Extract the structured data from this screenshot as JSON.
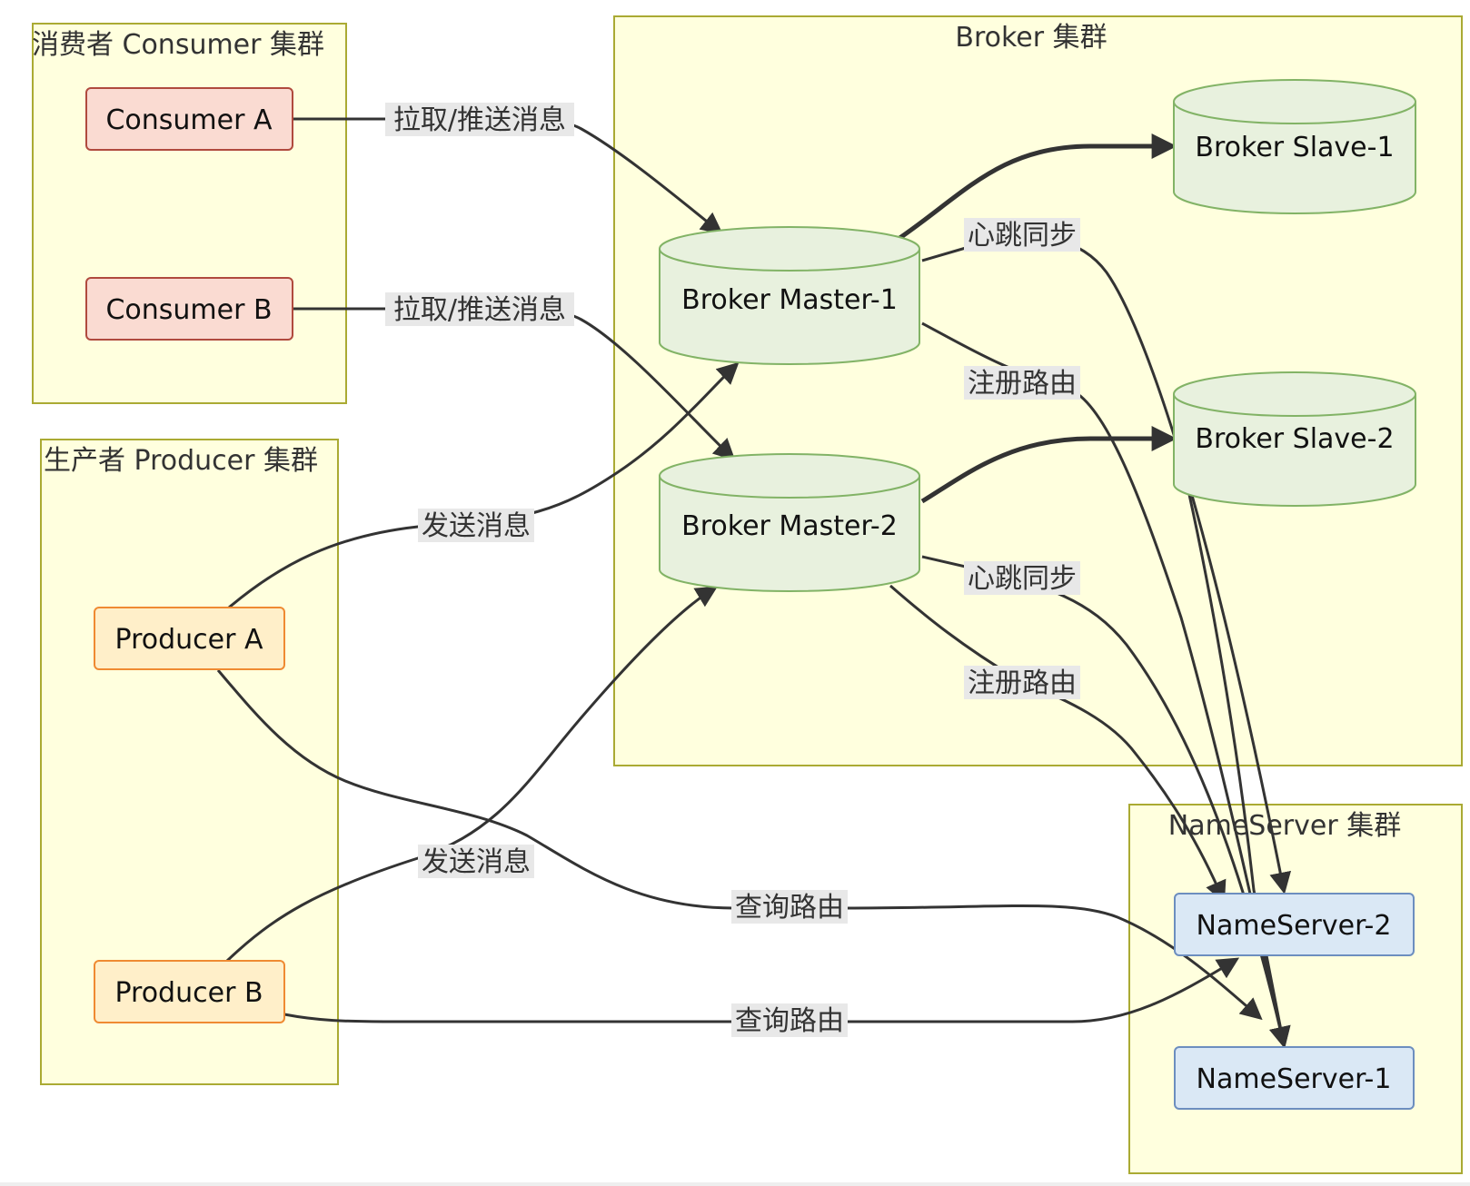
{
  "clusters": {
    "consumer": {
      "title": "消费者 Consumer 集群"
    },
    "producer": {
      "title": "生产者 Producer 集群"
    },
    "broker": {
      "title": "Broker 集群"
    },
    "nameserver": {
      "title": "NameServer 集群"
    }
  },
  "nodes": {
    "consumer_a": "Consumer A",
    "consumer_b": "Consumer B",
    "producer_a": "Producer A",
    "producer_b": "Producer B",
    "broker_master_1": "Broker Master-1",
    "broker_master_2": "Broker Master-2",
    "broker_slave_1": "Broker Slave-1",
    "broker_slave_2": "Broker Slave-2",
    "nameserver_2": "NameServer-2",
    "nameserver_1": "NameServer-1"
  },
  "edges": {
    "consumer_a_pull": "拉取/推送消息",
    "consumer_b_pull": "拉取/推送消息",
    "producer_a_send": "发送消息",
    "producer_b_send": "发送消息",
    "producer_a_query": "查询路由",
    "producer_b_query": "查询路由",
    "master1_heartbeat": "心跳同步",
    "master1_register": "注册路由",
    "master2_heartbeat": "心跳同步",
    "master2_register": "注册路由"
  },
  "colors": {
    "cluster_fill": "#ffffde",
    "cluster_stroke": "#aaaa33",
    "consumer_fill": "#fadbd2",
    "consumer_stroke": "#b04a3e",
    "producer_fill": "#ffefc9",
    "producer_stroke": "#ef8a32",
    "broker_fill": "#e8f1de",
    "broker_stroke": "#82b366",
    "nameserver_fill": "#dae8f5",
    "nameserver_stroke": "#6c8ebf",
    "edge": "#333333"
  }
}
